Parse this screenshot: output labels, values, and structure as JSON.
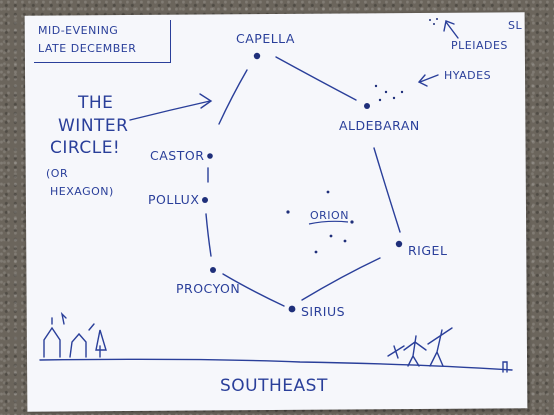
{
  "title": {
    "line1": "MID-EVENING",
    "line2": "LATE DECEMBER"
  },
  "initials": "SL",
  "heading": {
    "line1": "THE",
    "line2": "WINTER",
    "line3": "CIRCLE!",
    "line4": "(OR",
    "line5": "HEXAGON)"
  },
  "stars": {
    "capella": "CAPELLA",
    "castor": "CASTOR",
    "pollux": "POLLUX",
    "procyon": "PROCYON",
    "sirius": "SIRIUS",
    "rigel": "RIGEL",
    "aldebaran": "ALDEBARAN",
    "orion": "ORION"
  },
  "clusters": {
    "pleiades": "PLEIADES",
    "hyades": "HYADES"
  },
  "horizon_label": "SOUTHEAST",
  "colors": {
    "ink": "#2a3f9a",
    "paper": "#f6f7fb"
  }
}
